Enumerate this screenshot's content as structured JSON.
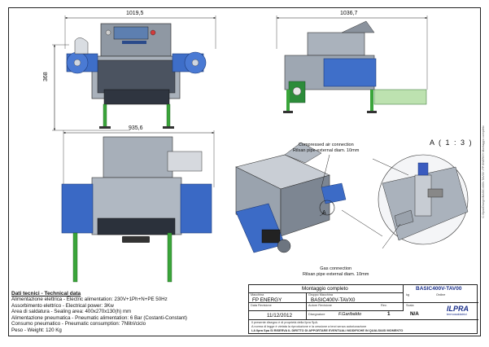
{
  "dimensions": {
    "front_width": "1019,5",
    "front_height": "368",
    "side_width": "1036,7",
    "top_width": "935,6"
  },
  "detail_label": "A ( 1 : 3 )",
  "view_marker": "A",
  "notes": {
    "compressed_air": [
      "Compressed air connection",
      "Rilsan pipe external diam. 10mm"
    ],
    "gas": [
      "Gas connection",
      "Rilsan pipe external diam. 10mm"
    ]
  },
  "tech_data": {
    "title": "Dati tecnici - Technical data",
    "lines": [
      "Alimentazione elettrica - Electric alimentation:  230V+1Ph+N+PE 50Hz",
      "Assorbimento elettrico - Electrical power: 3Kw",
      "Area di saldatura - Sealing area: 400x270x130(h) mm",
      "Alimentazione pneumatica - Pneumatic alimentation: 6 Bar (Costanti-Constant)",
      "Consumo pneumatico - Pneumatic consumption:  7Nlitri/ciclo",
      "Peso - Weight: 120 Kg"
    ]
  },
  "title_block": {
    "title": "Montaggio completo",
    "drawing_number": "BASIC400V-TAV00",
    "machine_label": "Macchina",
    "machine_value": "FP ENERGY",
    "group_label": "Gruppo Macchina",
    "group_value": "BASIC400V-TAVX0",
    "date_label": "Data Revisione",
    "revision_author_label": "Autore Revisione",
    "rev_label": "Rev.",
    "rev_value": "1",
    "date_value": "11/12/2012",
    "designer_label": "Disegnatore",
    "designer_value": "F.Garibaldo",
    "scale_label": "Scala",
    "scale_value": "N/A",
    "mass_label": "kg",
    "order_label": "Ordine",
    "legal_lines": [
      "Il presente disegno è di proprietà della Ilpra SpA.",
      "A norma di legge è vietata la riproduzione e la cessione a terzi senza autorizzazione",
      "LA Ilpra Spa SI RISERVA IL DIRITTO DI APPORTARE EVENTUALI MODIFICHE IN QUALSIASI MOMENTO"
    ],
    "logo_text": "ILPRA",
    "logo_sub": "termosaldatrici"
  },
  "sidebar_path": "C:\\Ilpra\\Disegni\\BASIC400V-TAV00 \\ FP ENERGY Montaggio completo"
}
